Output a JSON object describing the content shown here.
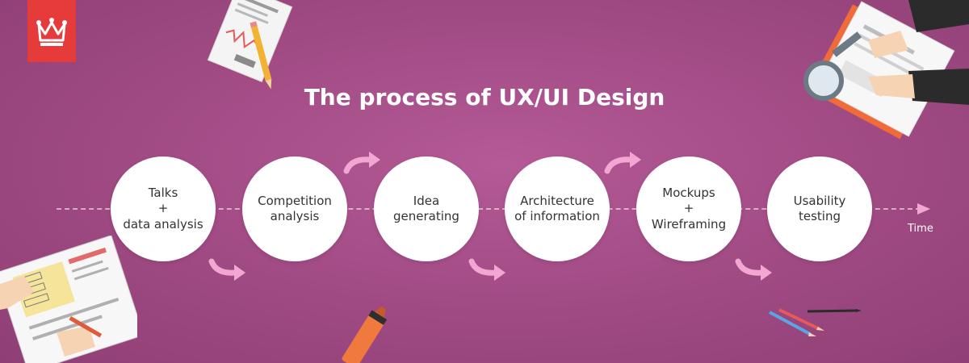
{
  "title": "The process of UX/UI Design",
  "time_label": "Time",
  "steps": [
    {
      "label": "Talks\n+\ndata analysis"
    },
    {
      "label": "Competition\nanalysis"
    },
    {
      "label": "Idea\ngenerating"
    },
    {
      "label": "Architecture\nof information"
    },
    {
      "label": "Mockups\n+\nWireframing"
    },
    {
      "label": "Usability\ntesting"
    }
  ],
  "colors": {
    "background": "#a34c86",
    "circle": "#ffffff",
    "arrow": "#f2a7d2",
    "logo": "#e53b3b",
    "marker": "#f07a3e"
  },
  "icons": [
    "crown-logo-icon",
    "document-pencil-icon",
    "magnifier-hands-icon",
    "wireframe-sketch-icon",
    "marker-icon",
    "pencils-icon"
  ]
}
